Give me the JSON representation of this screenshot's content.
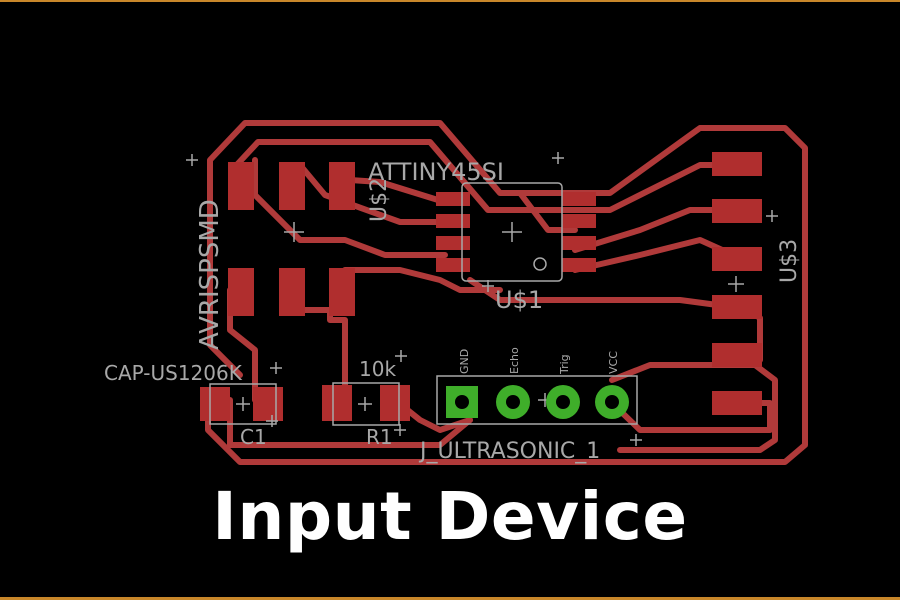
{
  "title": "Input Device",
  "colors": {
    "background": "#000000",
    "trace": "#b03a3a",
    "pad": "#b02e2e",
    "silkscreen": "#a8a8a8",
    "header_pad": "#3fae2a",
    "border": "#c8872a",
    "title": "#ffffff"
  },
  "labels": {
    "avrisp": "AVRISPSMD",
    "attiny": "ATTINY45SI",
    "attiny_name": "U$1",
    "avrisp_name": "U$2",
    "header_name": "U$3",
    "cap_value": "CAP-US1206K",
    "cap_name": "C1",
    "res_value": "10k",
    "res_name": "R1",
    "connector": "J_ULTRASONIC_1",
    "pin_gnd": "GND",
    "pin_echo": "Echo",
    "pin_trig": "Trig",
    "pin_vcc": "VCC"
  }
}
